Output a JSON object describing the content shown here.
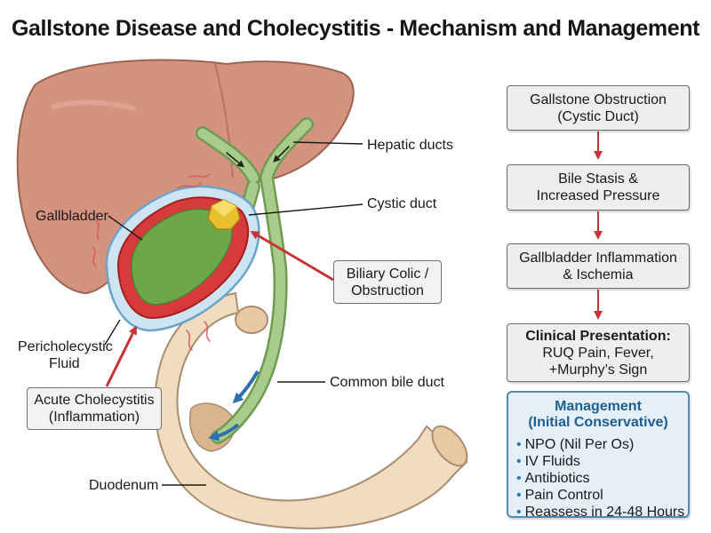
{
  "title": "Gallstone Disease and Cholecystitis - Mechanism and Management",
  "labels": {
    "hepatic_ducts": "Hepatic ducts",
    "cystic_duct": "Cystic duct",
    "gallbladder": "Gallbladder",
    "pericholecystic_1": "Pericholecystic",
    "pericholecystic_2": "Fluid",
    "common_bile_duct": "Common bile duct",
    "duodenum": "Duodenum"
  },
  "callouts": {
    "biliary_colic": [
      "Biliary Colic /",
      "Obstruction"
    ],
    "acute_cholecystitis": [
      "Acute Cholecystitis",
      "(Inflammation)"
    ]
  },
  "flowchart": {
    "steps": [
      {
        "lines": [
          "Gallstone Obstruction",
          "(Cystic Duct)"
        ]
      },
      {
        "lines": [
          "Bile Stasis &",
          "Increased Pressure"
        ]
      },
      {
        "lines": [
          "Gallbladder Inflammation",
          "& Ischemia"
        ]
      },
      {
        "heading": "Clinical Presentation:",
        "lines": [
          "RUQ Pain, Fever,",
          "+Murphy’s Sign"
        ]
      }
    ],
    "management": {
      "title_1": "Management",
      "title_2": "(Initial Conservative)",
      "items": [
        "NPO (Nil Per Os)",
        "IV Fluids",
        "Antibiotics",
        "Pain Control",
        "Reassess in 24-48 Hours"
      ]
    }
  },
  "colors": {
    "liver": "#d4937f",
    "gallbladder_wall": "#d63a3a",
    "bile": "#6fa64a",
    "duct": "#a9cc8a",
    "duodenum": "#f2dcc0",
    "stone": "#e8c02e",
    "arrow_red": "#c93333",
    "arrow_blue": "#2f6fb0",
    "management_border": "#4f8bb5"
  }
}
